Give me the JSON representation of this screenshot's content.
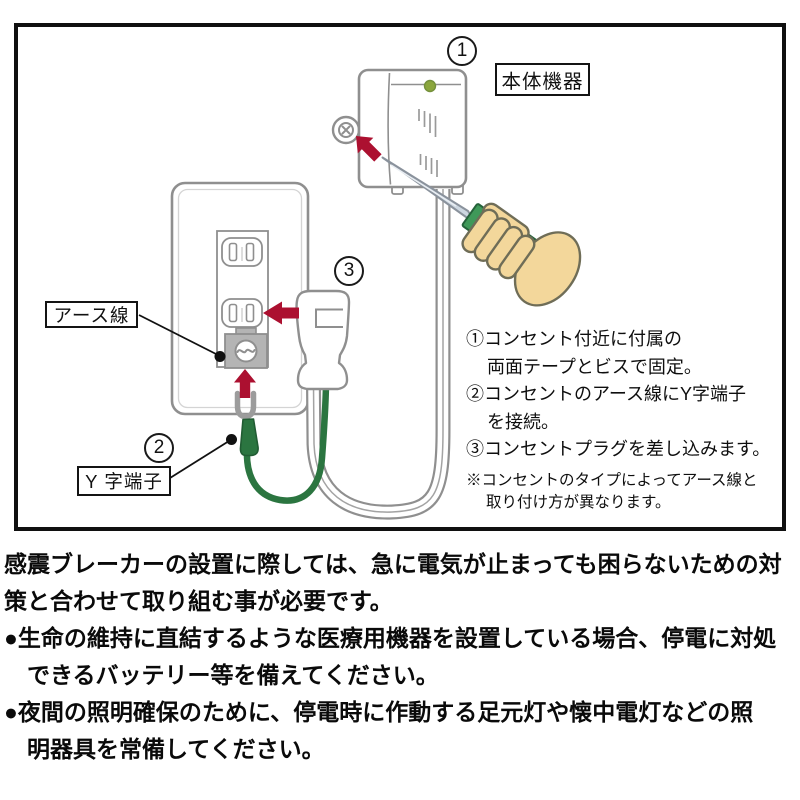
{
  "diagram": {
    "callout_labels": {
      "device": "本体機器",
      "earth_wire": "アース線",
      "y_terminal": "Y 字端子"
    },
    "step_markers": {
      "one": "1",
      "two": "2",
      "three": "3"
    },
    "steps": [
      "①コンセント付近に付属の\n両面テープとビスで固定。",
      "②コンセントのアース線にY字端子\nを接続。",
      "③コンセントプラグを差し込みます。"
    ],
    "note": "※コンセントのタイプによってアース線と\n取り付け方が異なります。"
  },
  "body_text": {
    "paragraphs": [
      "感震ブレーカーの設置に際しては、急に電気が止まっても困らないための対\n策と合わせて取り組む事が必要です。",
      "●生命の維持に直結するような医療用機器を設置している場合、停電に対処\nできるバッテリー等を備えてください。",
      "●夜間の照明確保のために、停電時に作動する足元灯や懐中電灯などの照\n明器具を常備してください。"
    ]
  },
  "colors": {
    "arrow_red": "#ac1030",
    "earth_wire_green": "#2b7540",
    "screwdriver_handle_green": "#3f9959",
    "hand_skin": "#f3d79b",
    "led_green": "#8ba63d",
    "illustration_outline_gray": "#8f8f8f",
    "frame_border": "#101010"
  }
}
